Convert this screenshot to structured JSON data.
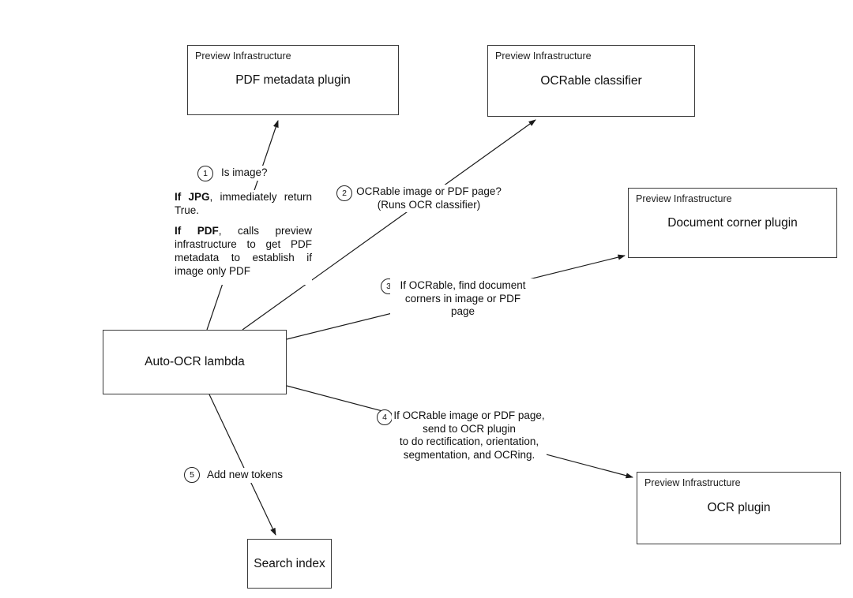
{
  "diagram": {
    "boxes": [
      {
        "id": "pdf-metadata",
        "label": "Preview Infrastructure",
        "title": "PDF metadata plugin"
      },
      {
        "id": "ocrable",
        "label": "Preview Infrastructure",
        "title": "OCRable classifier"
      },
      {
        "id": "doc-corner",
        "label": "Preview Infrastructure",
        "title": "Document corner plugin"
      },
      {
        "id": "ocr-plugin",
        "label": "Preview Infrastructure",
        "title": "OCR plugin"
      },
      {
        "id": "auto-ocr-lambda",
        "title": "Auto-OCR lambda"
      },
      {
        "id": "search-index",
        "title": "Search index"
      }
    ],
    "annotations": [
      {
        "num": "1",
        "lines": [
          "Is image?"
        ]
      },
      {
        "num": "2",
        "lines": [
          "OCRable image or PDF page?",
          "(Runs OCR classifier)"
        ]
      },
      {
        "num": "3",
        "lines": [
          "If OCRable, find document",
          "corners in image or PDF page"
        ]
      },
      {
        "num": "4",
        "lines": [
          "If OCRable image or PDF page,",
          "send to OCR plugin",
          "to do rectification, orientation,",
          "segmentation, and OCRing."
        ]
      },
      {
        "num": "5",
        "lines": [
          "Add new tokens"
        ]
      }
    ],
    "notes": [
      {
        "bold": "If JPG",
        "rest": ", immediately return True."
      },
      {
        "bold": "If PDF",
        "rest": ", calls preview infrastructure to get PDF metadata to establish if image only PDF"
      }
    ],
    "colors": {
      "line": "#1a1a1a",
      "box_border": "#3a3a3a",
      "text": "#111111",
      "background": "#ffffff"
    }
  }
}
